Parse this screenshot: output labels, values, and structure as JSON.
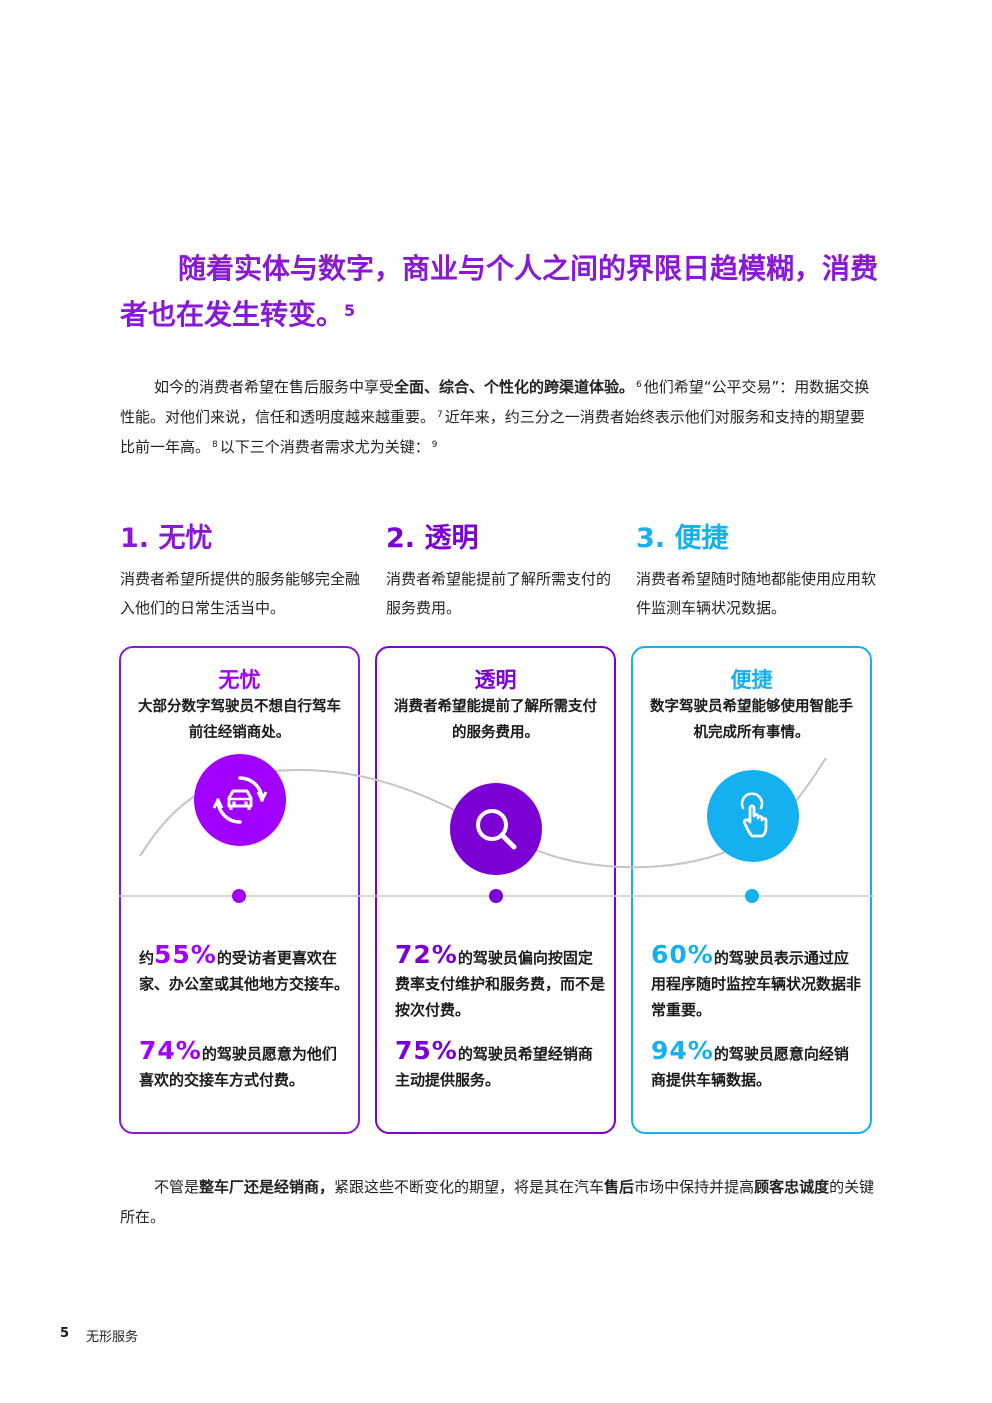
{
  "headline": {
    "text": "随着实体与数字，商业与个人之间的界限日趋模糊，消费者也在发生转变。",
    "ref": "5"
  },
  "intro": {
    "p1": "如今的消费者希望在售后服务中享受",
    "p1_bold": "全面、综合、个性化的跨渠道体验。",
    "ref6": "6",
    "p2": "他们希望“公平交易”：用数据交换性能。对他们来说，信任和透明度越来越重要。",
    "ref7": "7",
    "p3": "近年来，约三分之一消费者始终表示他们对服务和支持的期望要比前一年高。",
    "ref8": "8",
    "p4": "以下三个消费者需求尤为关键：",
    "ref9": "9"
  },
  "columns": [
    {
      "title": "1. 无忧",
      "desc": "消费者希望所提供的服务能够完全融入他们的日常生活当中。"
    },
    {
      "title": "2. 透明",
      "desc": "消费者希望能提前了解所需支付的服务费用。"
    },
    {
      "title": "3. 便捷",
      "desc": "消费者希望随时随地都能使用应用软件监测车辆状况数据。"
    }
  ],
  "cards": [
    {
      "title": "无忧",
      "subtitle": "大部分数字驾驶员不想自行驾车前往经销商处。",
      "icon": "car-cycle-icon",
      "stat1_pre": "约",
      "stat1_num": "55%",
      "stat1_text": "的受访者更喜欢在家、办公室或其他地方交接车。",
      "stat2_num": "74%",
      "stat2_text": "的驾驶员愿意为他们喜欢的交接车方式付费。"
    },
    {
      "title": "透明",
      "subtitle": "消费者希望能提前了解所需支付的服务费用。",
      "icon": "search-icon",
      "stat1_pre": "",
      "stat1_num": "72%",
      "stat1_text": "的驾驶员偏向按固定费率支付维护和服务费，而不是按次付费。",
      "stat2_num": "75%",
      "stat2_text": "的驾驶员希望经销商主动提供服务。"
    },
    {
      "title": "便捷",
      "subtitle": "数字驾驶员希望能够使用智能手机完成所有事情。",
      "icon": "touch-hand-icon",
      "stat1_pre": "",
      "stat1_num": "60%",
      "stat1_text": "的驾驶员表示通过应用程序随时监控车辆状况数据非常重要。",
      "stat2_num": "94%",
      "stat2_text": "的驾驶员愿意向经销商提供车辆数据。"
    }
  ],
  "closing": {
    "t1": "不管是",
    "b1": "整车厂还是经销商，",
    "t2": "紧跟这些不断变化的期望，将是其在汽车",
    "b2": "售后",
    "t3": "市场中保持并提高",
    "b3": "顾客忠诚度",
    "t4": "的关键所在。"
  },
  "footer": {
    "page": "5",
    "label": "无形服务"
  },
  "colors": {
    "purple": "#a100ff",
    "violet": "#7b00d4",
    "blue": "#15b0f0",
    "headline": "#8a19d6"
  }
}
